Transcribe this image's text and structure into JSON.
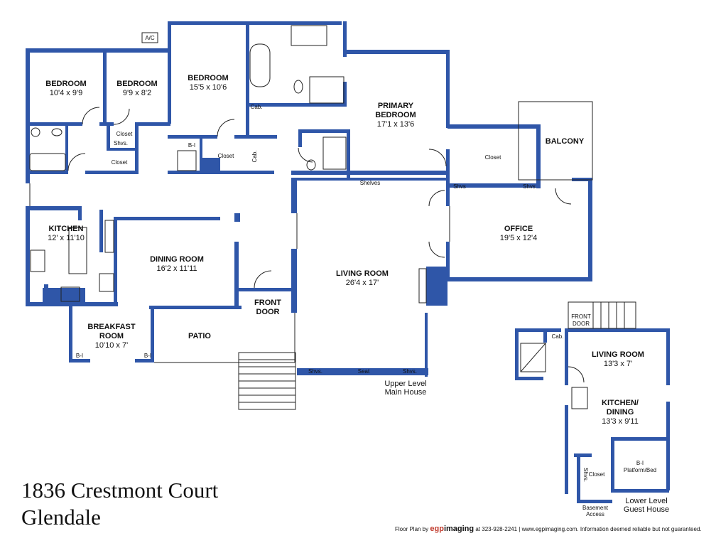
{
  "property": {
    "address": "1836 Crestmont Court",
    "city": "Glendale"
  },
  "rooms": {
    "bedroom1": {
      "name": "BEDROOM",
      "dims": "10'4 x 9'9"
    },
    "bedroom2": {
      "name": "BEDROOM",
      "dims": "9'9 x 8'2"
    },
    "bedroom3": {
      "name": "BEDROOM",
      "dims": "15'5 x 10'6"
    },
    "primary_bedroom": {
      "name_line1": "PRIMARY",
      "name_line2": "BEDROOM",
      "dims": "17'1 x 13'6"
    },
    "balcony": {
      "name": "BALCONY"
    },
    "kitchen": {
      "name": "KITCHEN",
      "dims": "12' x 11'10"
    },
    "dining_room": {
      "name": "DINING ROOM",
      "dims": "16'2 x 11'11"
    },
    "living_room": {
      "name": "LIVING ROOM",
      "dims": "26'4 x 17'"
    },
    "office": {
      "name": "OFFICE",
      "dims": "19'5 x 12'4"
    },
    "breakfast_room": {
      "name_line1": "BREAKFAST",
      "name_line2": "ROOM",
      "dims": "10'10 x 7'"
    },
    "patio": {
      "name": "PATIO"
    },
    "front_door": {
      "line1": "FRONT",
      "line2": "DOOR"
    },
    "guest_living_room": {
      "name": "LIVING ROOM",
      "dims": "13'3 x 7'"
    },
    "guest_kitchen": {
      "name_line1": "KITCHEN/",
      "name_line2": "DINING",
      "dims": "13'3 x 9'11"
    },
    "guest_platform": {
      "line1": "B-I",
      "line2": "Platform/Bed"
    },
    "guest_front_door": {
      "line1": "FRONT",
      "line2": "DOOR"
    }
  },
  "fixtures": {
    "ac": "A/C",
    "closet": "Closet",
    "shvs": "Shvs.",
    "shvs_short": "Shvs",
    "cab": "Cab.",
    "bi": "B-I",
    "shelves": "Shelves",
    "seat": "Seat",
    "basement_line1": "Basement",
    "basement_line2": "Access"
  },
  "levels": {
    "upper_line1": "Upper Level",
    "upper_line2": "Main House",
    "lower_line1": "Lower Level",
    "lower_line2": "Guest House"
  },
  "footer": {
    "prefix": "Floor Plan by",
    "brand_mark": "egp",
    "brand_name": "imaging",
    "text": "at 323-928-2241 | www.egpimaging.com. Information deemed reliable but not guaranteed."
  },
  "colors": {
    "wall": "#2f56a8",
    "sink": "#c0392b"
  }
}
